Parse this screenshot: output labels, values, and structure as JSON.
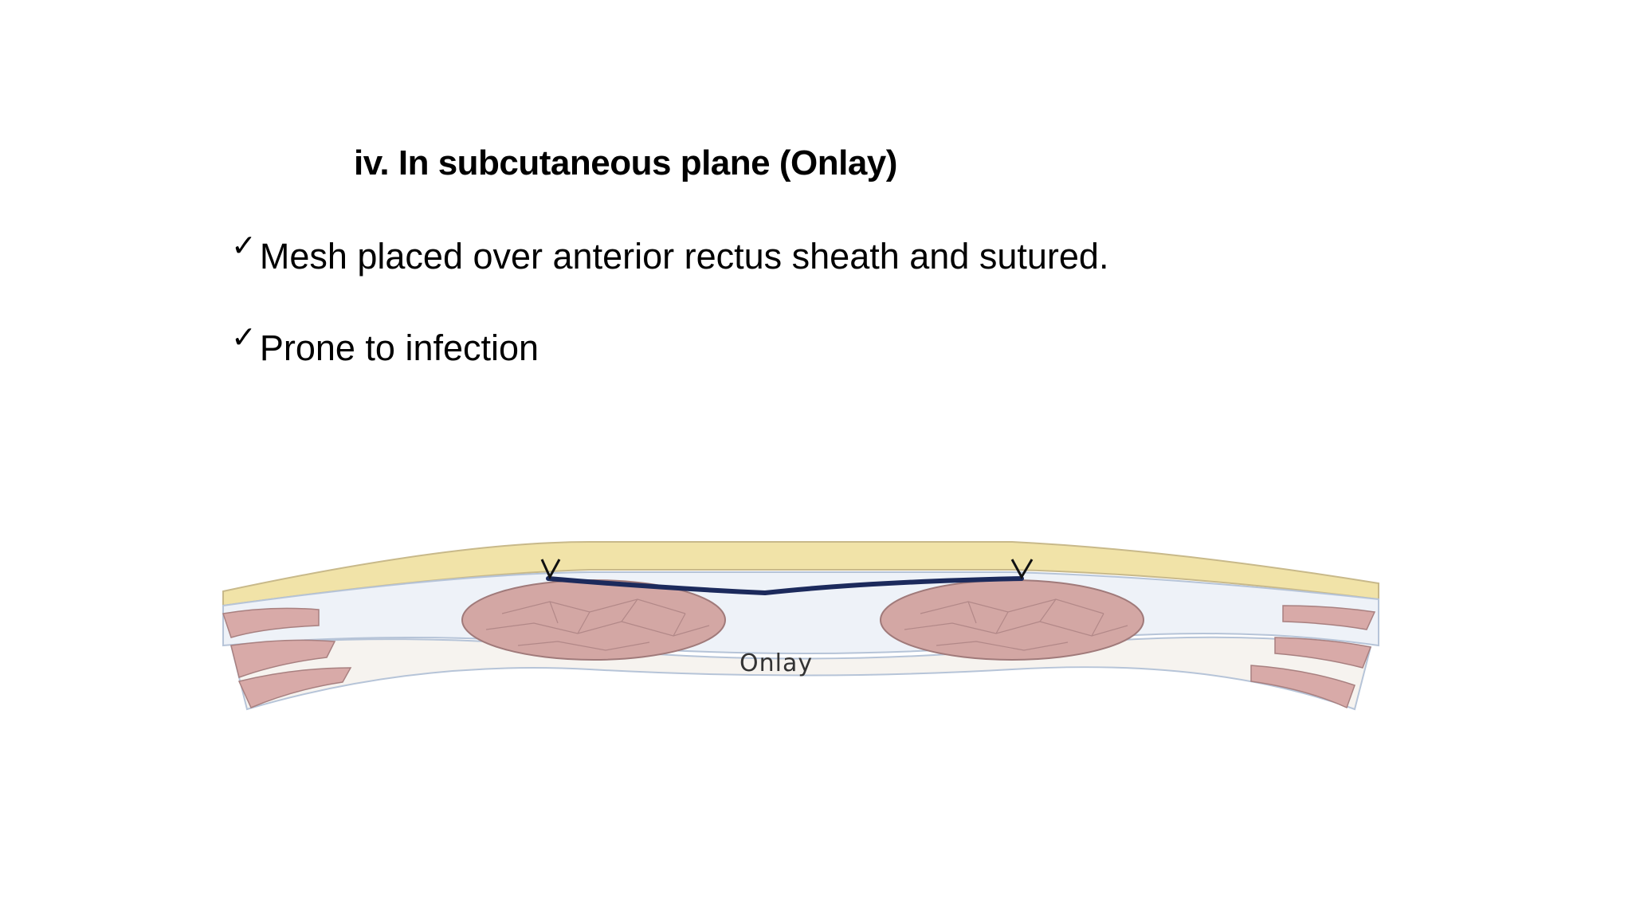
{
  "slide": {
    "title": "iv. In subcutaneous plane (Onlay)",
    "bullets": [
      "Mesh placed over anterior rectus sheath and sutured.",
      "Prone to infection"
    ],
    "bullet_icon": "check-icon"
  },
  "figure": {
    "label": "Onlay",
    "colors": {
      "fat": "#f1e3a8",
      "muscle": "#d8aaa8",
      "fascia": "#d7e3f2",
      "mesh": "#1c2a5c"
    }
  }
}
